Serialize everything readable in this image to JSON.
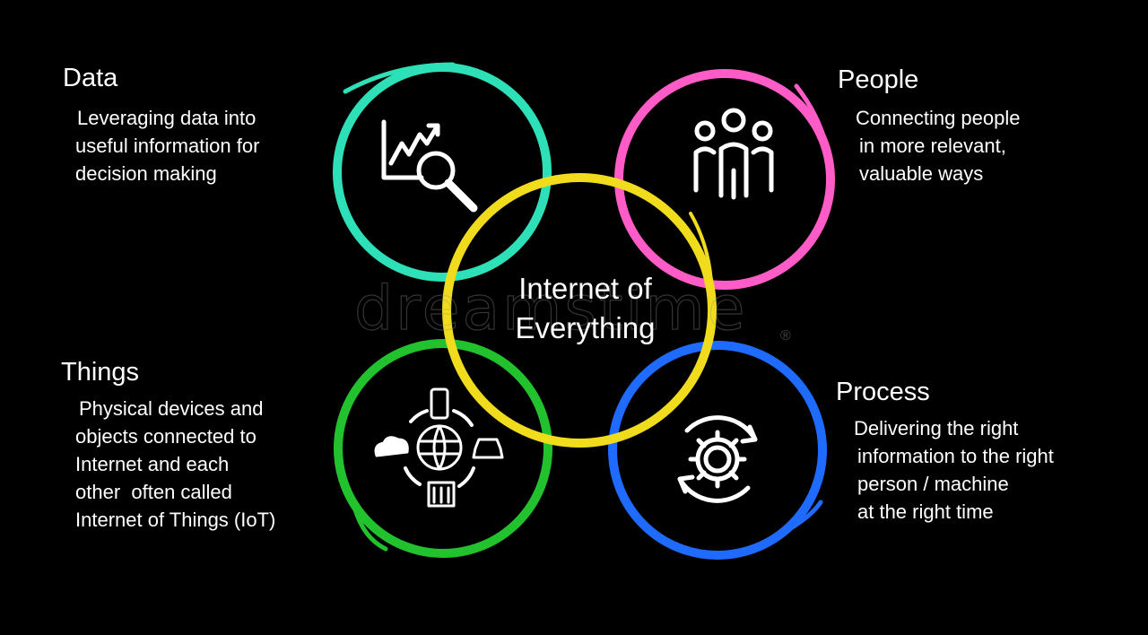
{
  "watermark": "dreamstime",
  "center": {
    "line1": "Internet of",
    "line2": "Everything"
  },
  "sections": {
    "data": {
      "title": "Data",
      "lines": [
        "Leveraging data into",
        "useful information for",
        "decision making"
      ],
      "color": "#2ee0b8",
      "icon": "chart-magnifier-icon"
    },
    "people": {
      "title": "People",
      "lines": [
        "Connecting people",
        "in more relevant,",
        "valuable ways"
      ],
      "color": "#ff5cc8",
      "icon": "people-group-icon"
    },
    "things": {
      "title": "Things",
      "lines": [
        "Physical devices and",
        "objects connected to",
        "Internet and each",
        "other  often called",
        "Internet of Things (IoT)"
      ],
      "color": "#22c22e",
      "icon": "connected-devices-icon"
    },
    "process": {
      "title": "Process",
      "lines": [
        "Delivering the right",
        "information to the right",
        "person / machine",
        "at the right time"
      ],
      "color": "#1f6bff",
      "icon": "gear-cycle-icon"
    },
    "center_ring_color": "#f0dc1c"
  }
}
